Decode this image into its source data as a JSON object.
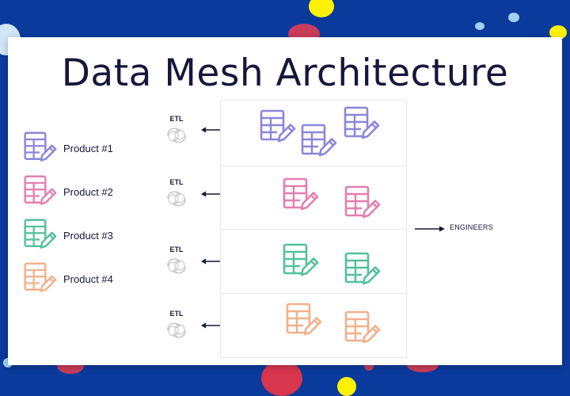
{
  "title": "Data Mesh Architecture",
  "products": [
    {
      "label": "Product #1",
      "color": "#8b86d9"
    },
    {
      "label": "Product #2",
      "color": "#e37fae"
    },
    {
      "label": "Product #3",
      "color": "#53c19a"
    },
    {
      "label": "Product #4",
      "color": "#f2b08c"
    }
  ],
  "etl_label": "ETL",
  "engineers_label": "ENGINEERS",
  "icons": {
    "product": "table-edit-icon",
    "etl": "sync-icon",
    "connector": "double-arrow-icon",
    "output": "arrow-right-icon"
  },
  "colors": {
    "background": "#0a3a9c",
    "card": "#ffffff",
    "text": "#16173a",
    "etl_icon": "#c8c8c8"
  }
}
